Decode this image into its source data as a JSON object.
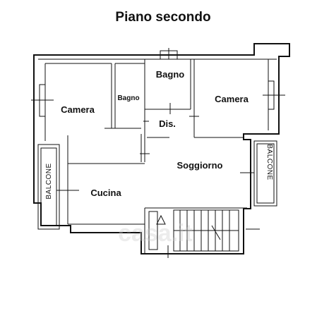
{
  "title": "Piano secondo",
  "rooms": {
    "camera_left": "Camera",
    "bagno_small": "Bagno",
    "bagno": "Bagno",
    "camera_right": "Camera",
    "disimpegno": "Dis.",
    "soggiorno": "Soggiorno",
    "cucina": "Cucina",
    "balcone_left": "BALCONE",
    "balcone_right": "BALCONE"
  },
  "watermark": "casa.it",
  "colors": {
    "wall": "#111111",
    "background": "#ffffff"
  }
}
